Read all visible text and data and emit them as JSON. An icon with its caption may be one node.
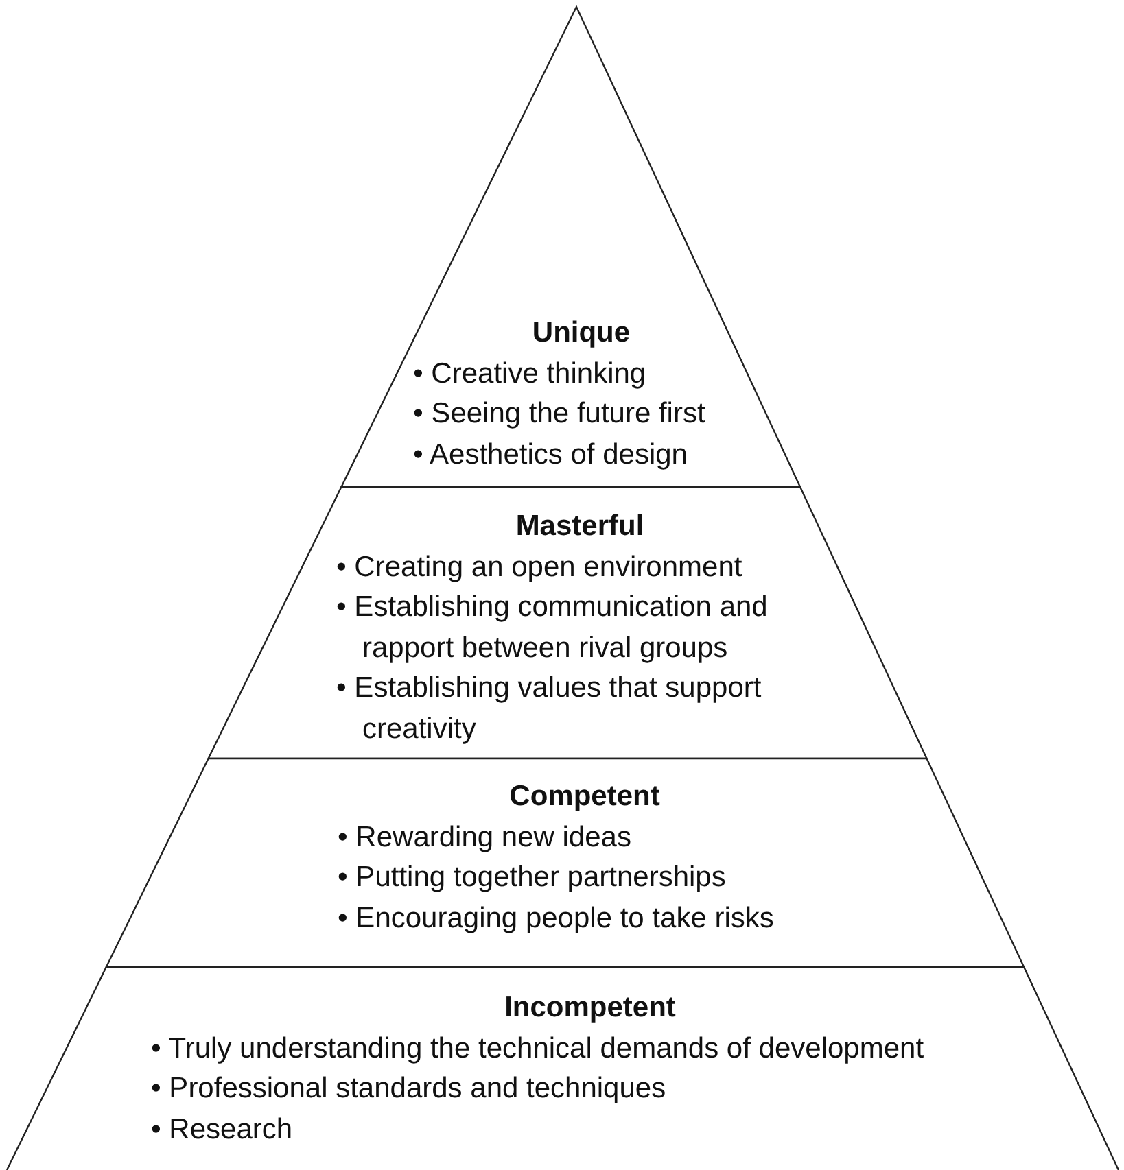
{
  "diagram": {
    "nodes": [
      {
        "text": [
          "Unique",
          "• Creative thinking",
          "• Seeing the future first",
          "• Aesthetics of design"
        ]
      },
      {
        "text": [
          "Masterful",
          "• Creating an open environment",
          "• Establishing communication and rapport between rival groups",
          "• Establishing values that support creativity"
        ]
      },
      {
        "text": [
          "Competent",
          "• Rewarding new ideas",
          "• Putting together partnerships",
          "• Encouraging people to take risks"
        ]
      },
      {
        "text": [
          "Incompetent",
          "• Truly understanding the technical demands of development",
          "• Professional standards and techniques",
          "• Research"
        ]
      }
    ]
  }
}
